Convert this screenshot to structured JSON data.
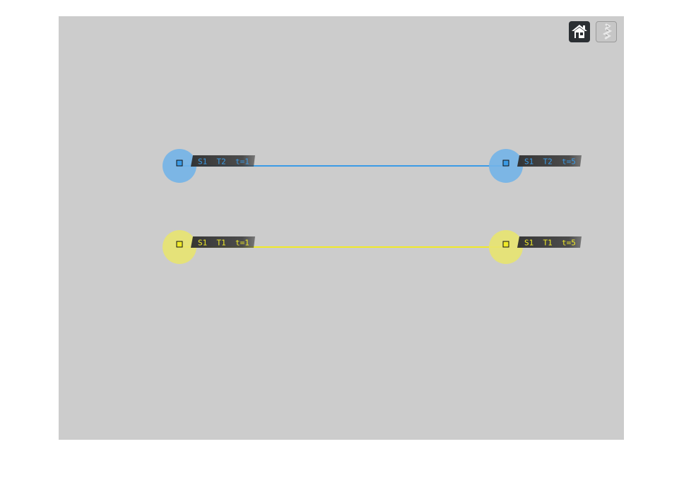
{
  "colors": {
    "background": "#cccccc",
    "track_t2": "#3b9be6",
    "track_t1": "#f0ea28",
    "label_bg": "#3d3d3d"
  },
  "toolbar": {
    "home_icon": "home-icon",
    "zoom_icon": "zoom-selection-icon"
  },
  "tracks": [
    {
      "id": "S1_T2",
      "color": "#3b9be6",
      "marker_fill": "#73b4e8",
      "start": {
        "label": "S1  T2  t=1"
      },
      "end": {
        "label": "S1  T2  t=5"
      }
    },
    {
      "id": "S1_T1",
      "color": "#f0ea28",
      "marker_fill": "#e8e470",
      "start": {
        "label": "S1  T1  t=1"
      },
      "end": {
        "label": "S1  T1  t=5"
      }
    }
  ]
}
